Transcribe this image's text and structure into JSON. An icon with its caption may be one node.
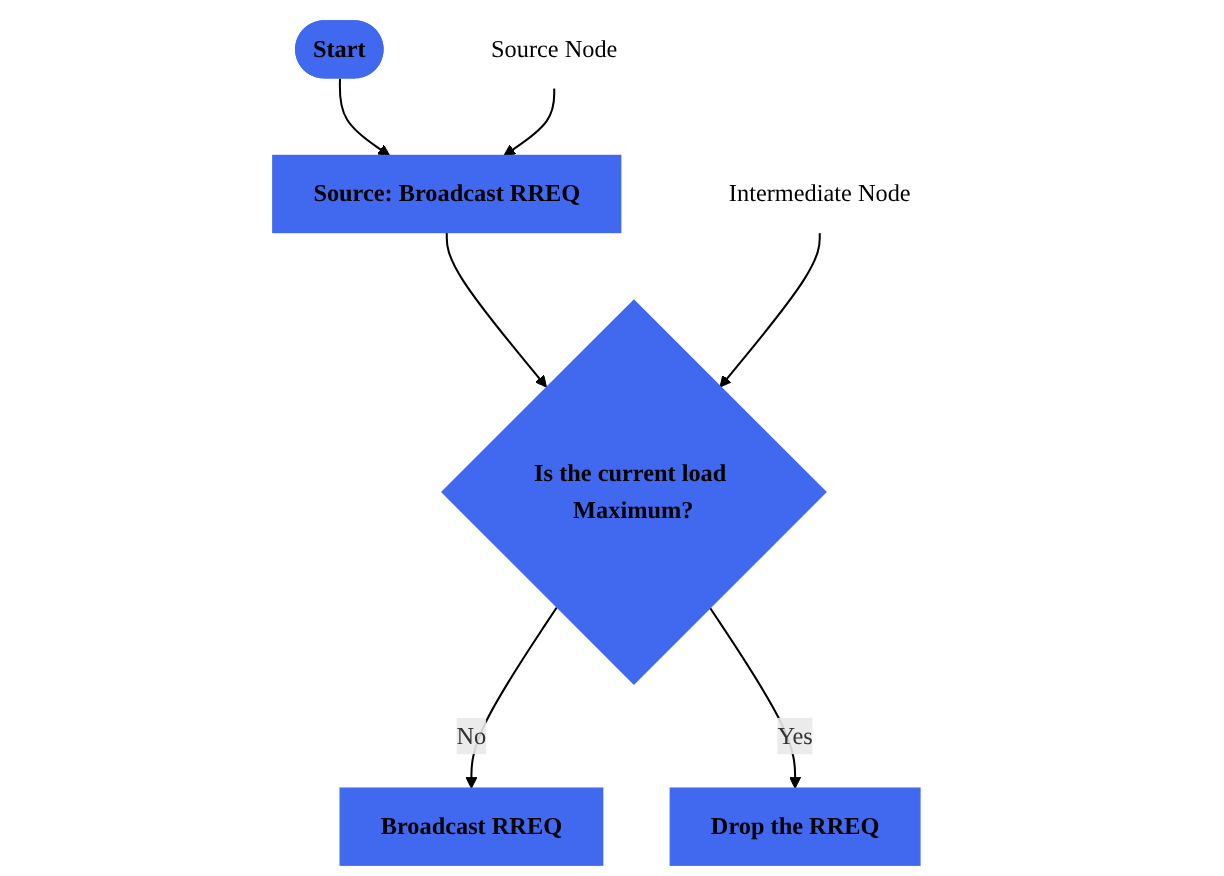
{
  "diagram": {
    "nodes": [
      {
        "text": [
          "Start"
        ]
      },
      {
        "text": [
          "Source Node"
        ]
      },
      {
        "text": [
          "Source: Broadcast RREQ"
        ]
      },
      {
        "text": [
          "Intermediate Node"
        ]
      },
      {
        "text": [
          "Is the current load Maximum?"
        ]
      },
      {
        "text": [
          "Broadcast RREQ"
        ]
      },
      {
        "text": [
          "Drop the RREQ"
        ]
      }
    ],
    "edges": [
      {
        "from": 0,
        "to": 2,
        "arrow": "to"
      },
      {
        "from": 1,
        "to": 2,
        "arrow": "to"
      },
      {
        "from": 2,
        "to": 4,
        "arrow": "to"
      },
      {
        "from": 3,
        "to": 4,
        "arrow": "to"
      },
      {
        "from": 4,
        "to": 5,
        "label": "No",
        "arrow": "to"
      },
      {
        "from": 4,
        "to": 6,
        "label": "Yes",
        "arrow": "to"
      }
    ]
  }
}
